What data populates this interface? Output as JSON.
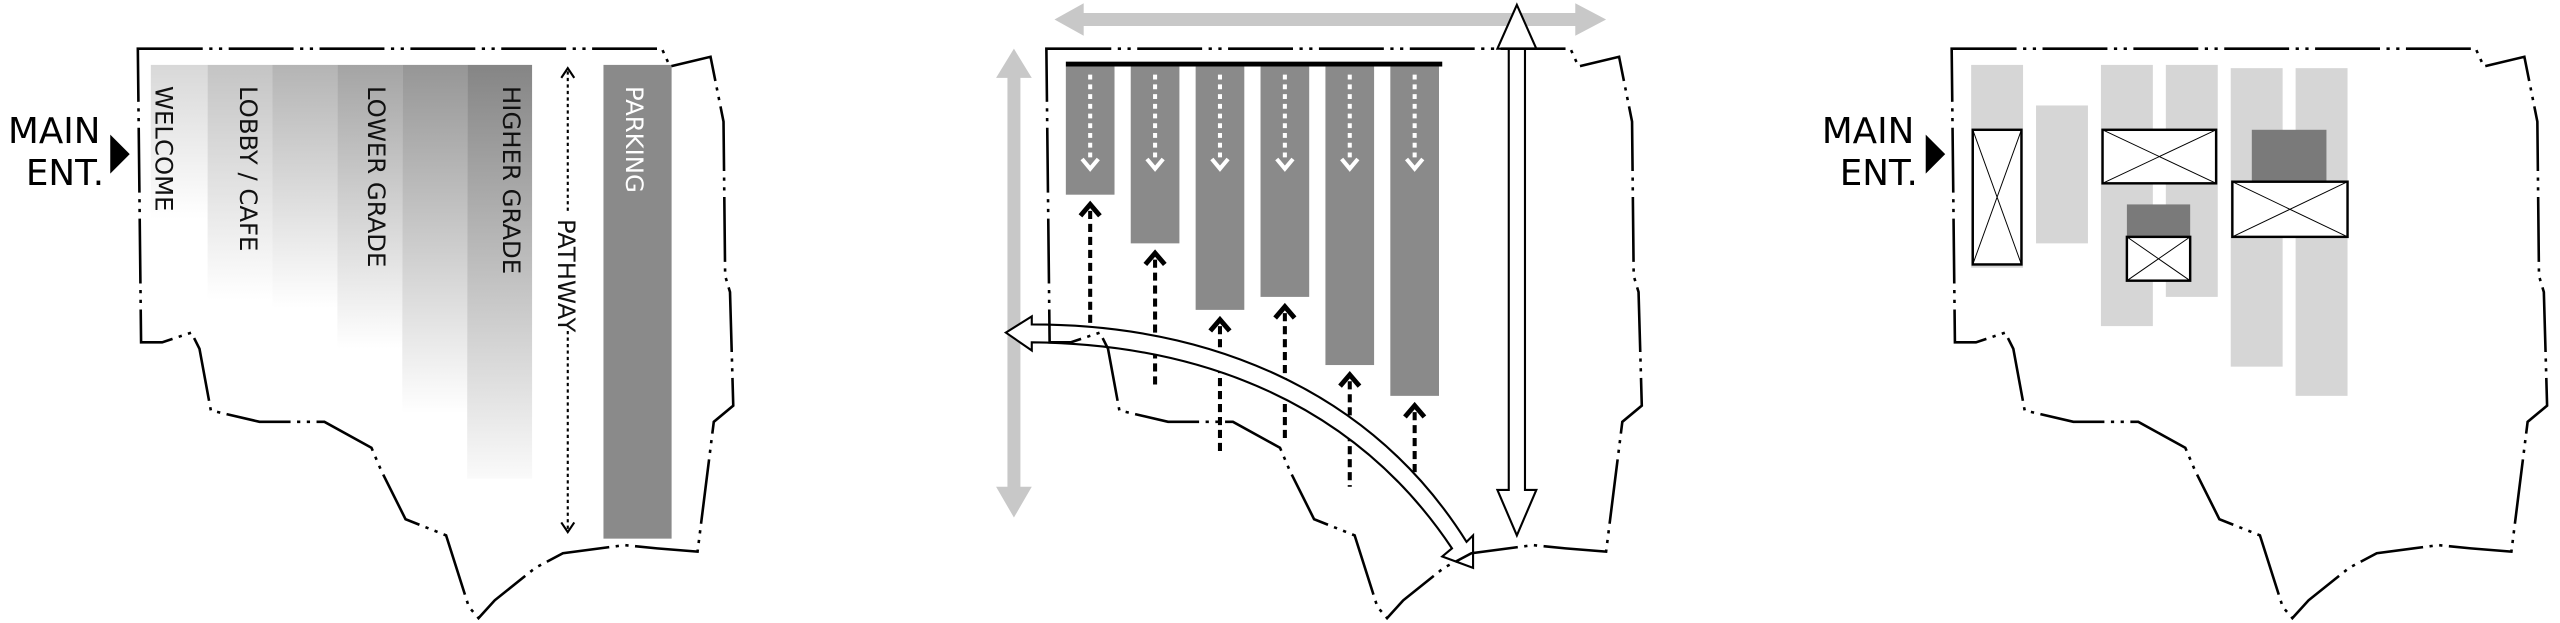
{
  "panel1": {
    "entrance_label_line1": "MAIN",
    "entrance_label_line2": "ENT.",
    "zones": [
      "WELCOME",
      "LOBBY / CAFE",
      "LOWER GRADE",
      "HIGHER GRADE"
    ],
    "pathway_label": "PATHWAY",
    "parking_label": "PARKING"
  },
  "panel3": {
    "entrance_label_line1": "MAIN",
    "entrance_label_line2": "ENT."
  },
  "colors": {
    "bar_gray": "#8a8a8a",
    "light_gray": "#d6d6d6",
    "dark_gray": "#7a7a7a",
    "arrow_gray": "#c8c8c8"
  }
}
